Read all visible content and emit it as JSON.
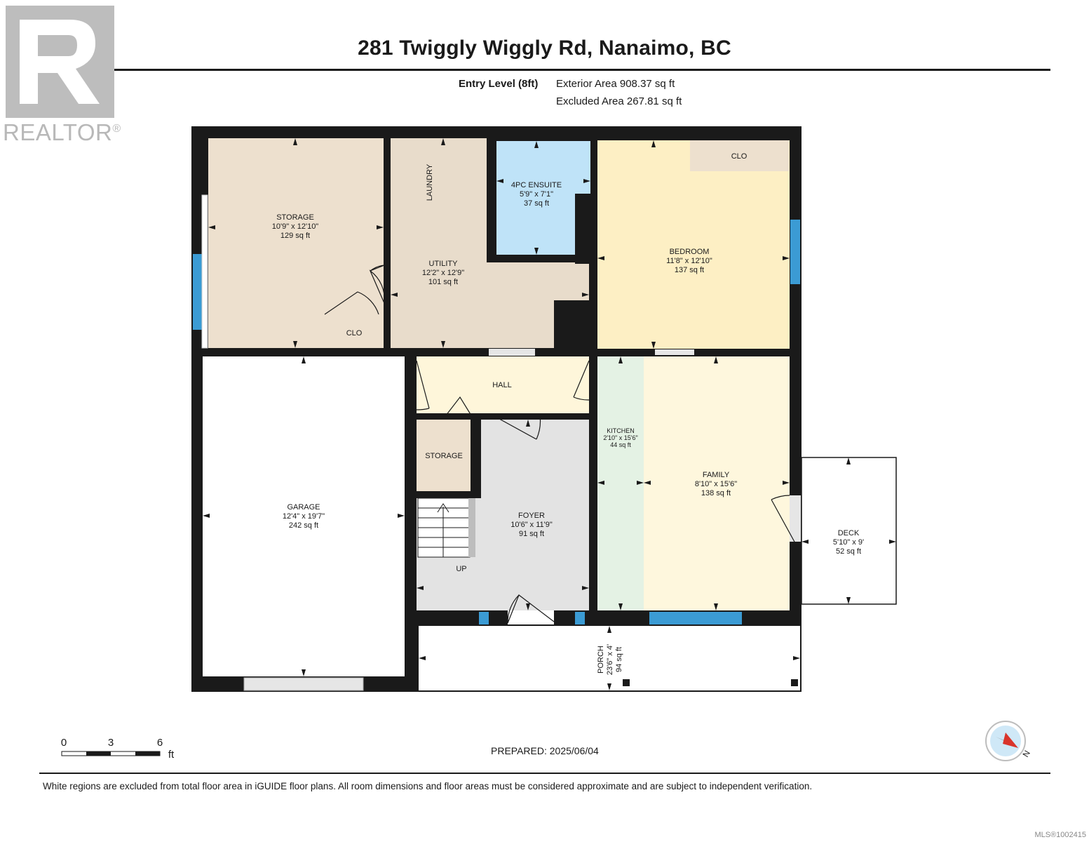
{
  "header": {
    "title": "281 Twiggly Wiggly Rd, Nanaimo, BC",
    "level_label": "Entry Level (8ft)",
    "exterior_area": "Exterior Area 908.37 sq ft",
    "excluded_area": "Excluded Area 267.81 sq ft"
  },
  "logo": {
    "text": "REALTOR",
    "mark": "®"
  },
  "rooms": {
    "storage_main": {
      "name": "STORAGE",
      "dims": "10'9\" x 12'10\"",
      "area": "129 sq ft"
    },
    "laundry": {
      "name": "LAUNDRY"
    },
    "utility": {
      "name": "UTILITY",
      "dims": "12'2\" x 12'9\"",
      "area": "101 sq ft"
    },
    "ensuite": {
      "name": "4PC ENSUITE",
      "dims": "5'9\" x 7'1\"",
      "area": "37 sq ft"
    },
    "bedroom": {
      "name": "BEDROOM",
      "dims": "11'8\" x 12'10\"",
      "area": "137 sq ft"
    },
    "clo_bedroom": {
      "name": "CLO"
    },
    "clo_storage": {
      "name": "CLO"
    },
    "hall": {
      "name": "HALL"
    },
    "storage_small": {
      "name": "STORAGE"
    },
    "garage": {
      "name": "GARAGE",
      "dims": "12'4\" x 19'7\"",
      "area": "242 sq ft"
    },
    "foyer": {
      "name": "FOYER",
      "dims": "10'6\" x 11'9\"",
      "area": "91 sq ft"
    },
    "stairs_label": "UP",
    "kitchen": {
      "name": "KITCHEN",
      "dims": "2'10\" x 15'6\"",
      "area": "44 sq ft"
    },
    "family": {
      "name": "FAMILY",
      "dims": "8'10\" x 15'6\"",
      "area": "138 sq ft"
    },
    "deck": {
      "name": "DECK",
      "dims": "5'10\" x 9'",
      "area": "52 sq ft"
    },
    "porch": {
      "name": "PORCH",
      "dims": "23'6\" x 4'",
      "area": "94 sq ft"
    }
  },
  "scale": {
    "ticks": [
      "0",
      "3",
      "6"
    ],
    "unit": "ft"
  },
  "compass": {
    "label": "N"
  },
  "footer": {
    "prepared": "PREPARED: 2025/06/04",
    "disclaimer": "White regions are excluded from total floor area in iGUIDE floor plans. All room dimensions and floor areas must be considered approximate and are subject to independent verification.",
    "mls": "MLS®1002415"
  },
  "colors": {
    "wall": "#1a1a1a",
    "storage": "#ede0ce",
    "utility": "#e8dccb",
    "ensuite": "#bfe3f8",
    "bedroom": "#fdefc4",
    "hall": "#fef6da",
    "foyer": "#e3e3e3",
    "kitchen": "#e4f2e4",
    "family": "#fef7dd",
    "window": "#3b9bd4"
  }
}
